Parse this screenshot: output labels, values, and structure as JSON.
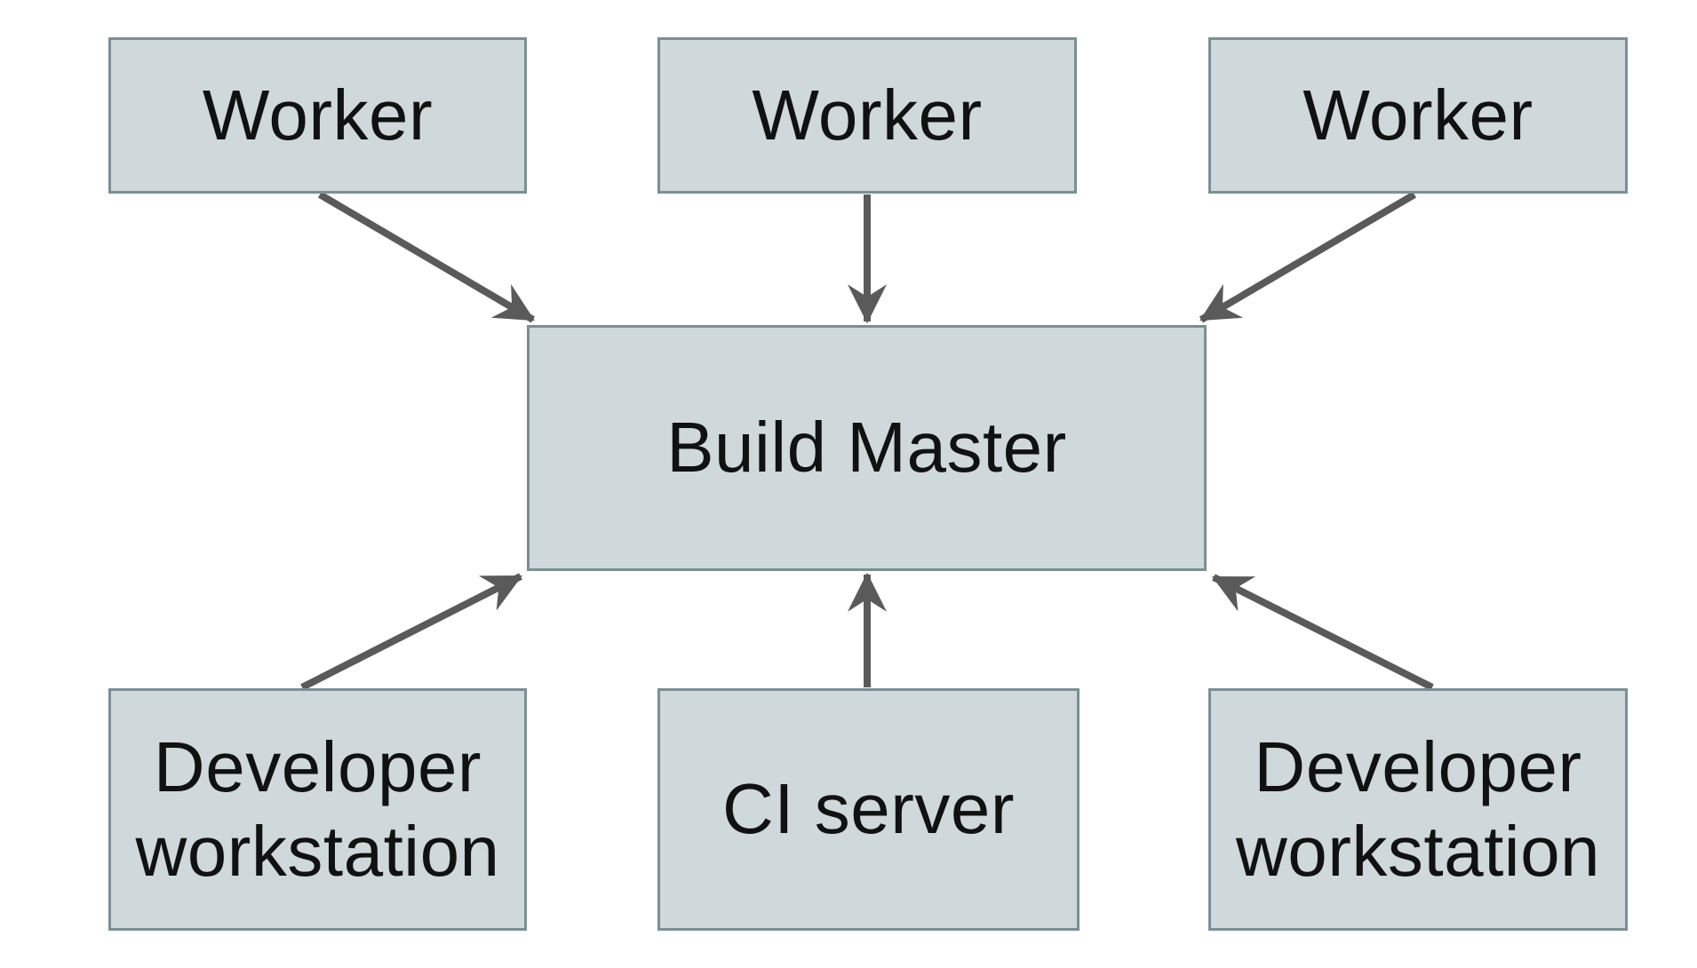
{
  "diagram": {
    "kind": "architecture-diagram",
    "background_color": "#ffffff",
    "node_fill_color": "#cfd8da",
    "node_border_color": "#7a8f96",
    "arrow_color": "#5a5a5a",
    "text_color": "#111111",
    "nodes": {
      "worker_left": {
        "label": "Worker"
      },
      "worker_center": {
        "label": "Worker"
      },
      "worker_right": {
        "label": "Worker"
      },
      "build_master": {
        "label": "Build Master"
      },
      "dev_workstation_left": {
        "label": "Developer workstation"
      },
      "ci_server": {
        "label": "CI server"
      },
      "dev_workstation_right": {
        "label": "Developer workstation"
      }
    },
    "edges": [
      {
        "from": "worker_left",
        "to": "build_master",
        "direction": "down-right"
      },
      {
        "from": "worker_center",
        "to": "build_master",
        "direction": "down"
      },
      {
        "from": "worker_right",
        "to": "build_master",
        "direction": "down-left"
      },
      {
        "from": "dev_workstation_left",
        "to": "build_master",
        "direction": "up-right"
      },
      {
        "from": "ci_server",
        "to": "build_master",
        "direction": "up"
      },
      {
        "from": "dev_workstation_right",
        "to": "build_master",
        "direction": "up-left"
      }
    ]
  }
}
